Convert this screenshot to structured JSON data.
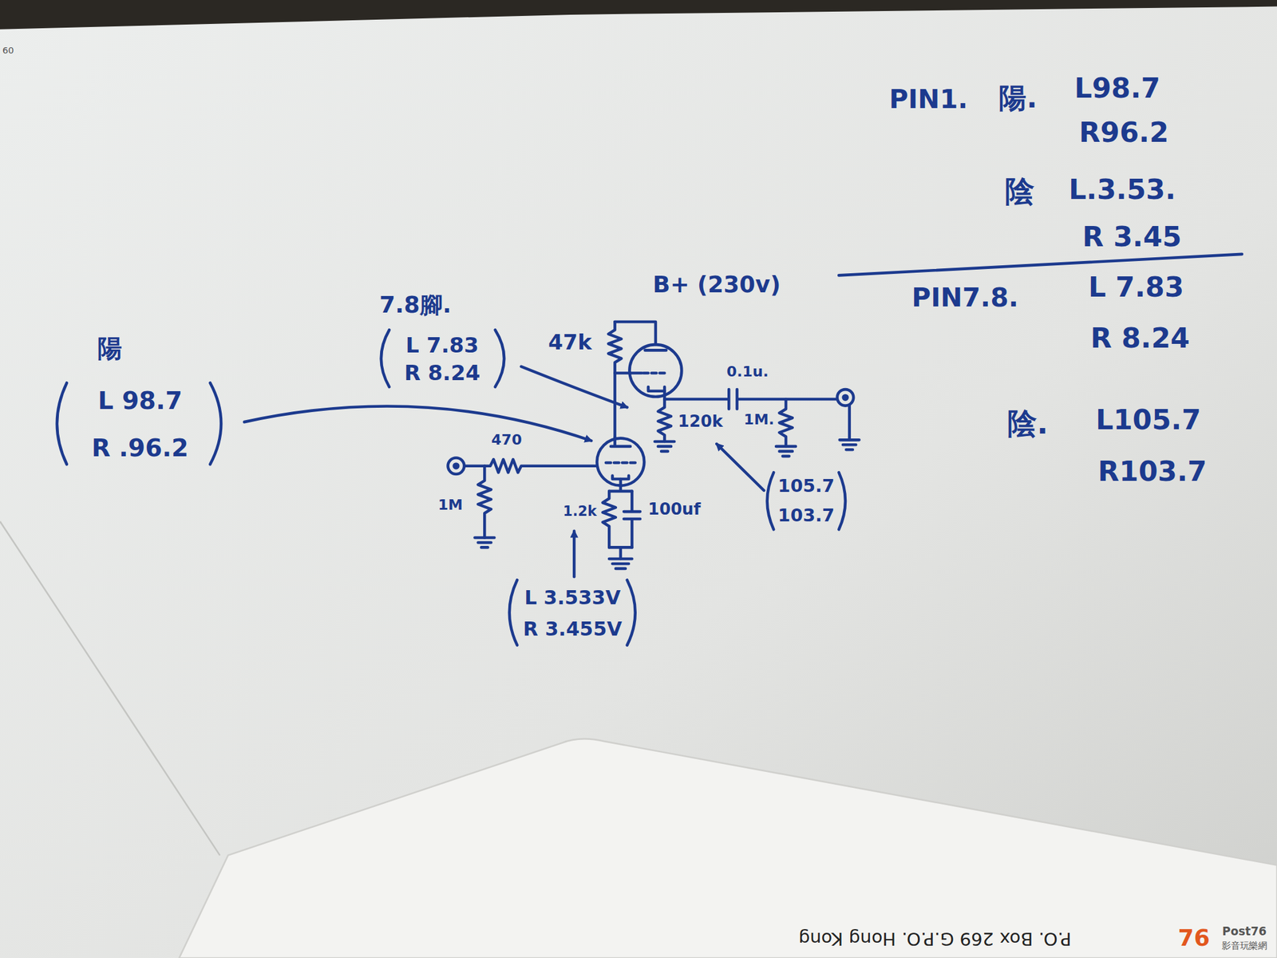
{
  "diagram": {
    "labels": [
      "60",
      "PIN1.",
      "陽.",
      "L98.7",
      "R96.2",
      "陰",
      "L.3.53.",
      "R 3.45",
      "PIN7.8.",
      "L 7.83",
      "R 8.24",
      "陰.",
      "L105.7",
      "R103.7",
      "陽",
      "L 98.7",
      "R .96.2",
      "7.8腳.",
      "L 7.83",
      "R 8.24",
      "B+ (230v)",
      "47k",
      "0.1u.",
      "470",
      "120k",
      "1M.",
      "1M",
      "1.2k",
      "100uf",
      "L 3.533V",
      "R 3.455V",
      "105.7",
      "103.7",
      "P.O. Box 269 G.P.O. Hong Kong",
      "76",
      "Post76",
      "影音玩樂網"
    ]
  }
}
